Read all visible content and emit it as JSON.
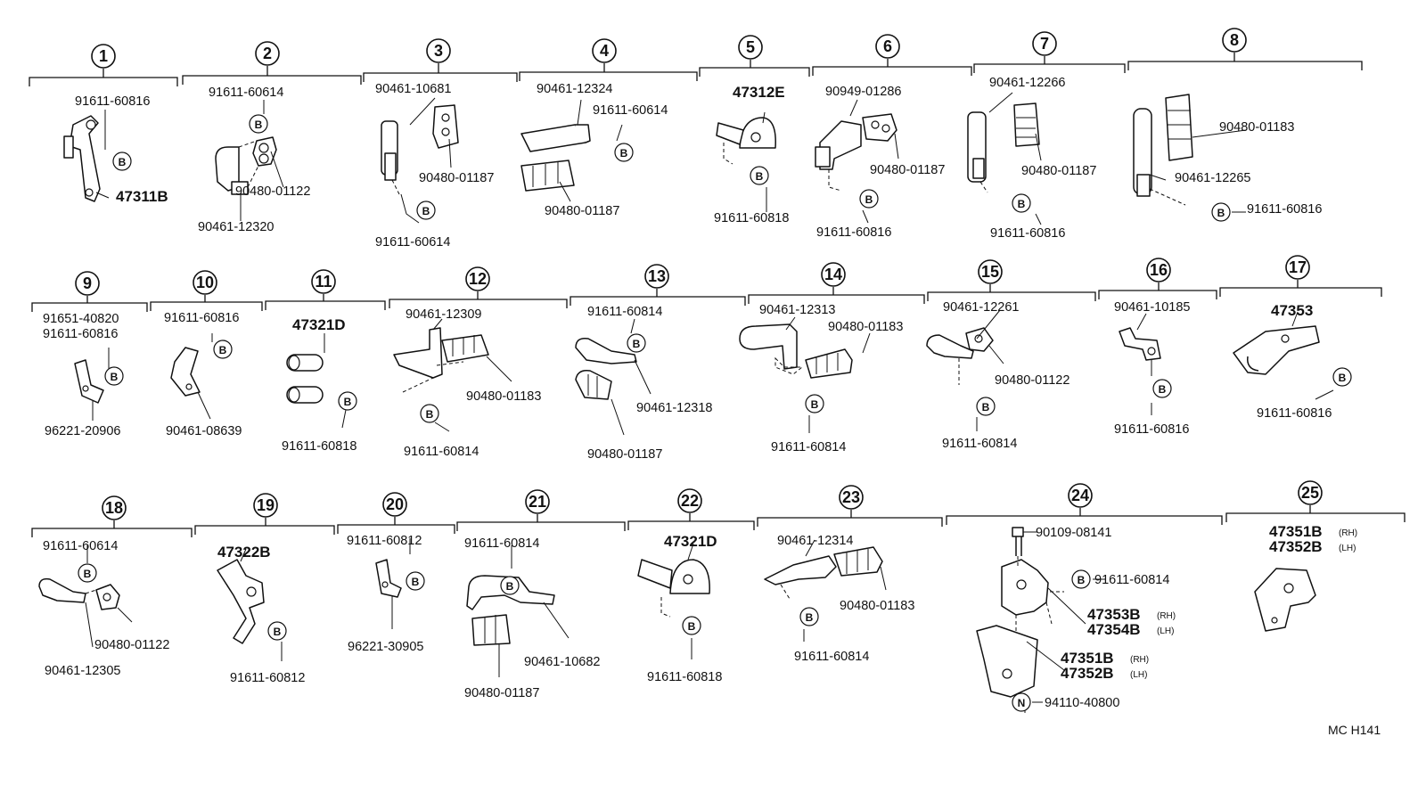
{
  "code": "MC  H141",
  "tags": {
    "B": "B",
    "N": "N"
  },
  "groups": [
    {
      "n": "1",
      "parts": [
        "91611-60816",
        "47311B"
      ]
    },
    {
      "n": "2",
      "parts": [
        "91611-60614",
        "90480-01122",
        "90461-12320"
      ]
    },
    {
      "n": "3",
      "parts": [
        "90461-10681",
        "90480-01187",
        "91611-60614"
      ]
    },
    {
      "n": "4",
      "parts": [
        "90461-12324",
        "91611-60614",
        "90480-01187"
      ]
    },
    {
      "n": "5",
      "parts": [
        "47312E",
        "91611-60818"
      ]
    },
    {
      "n": "6",
      "parts": [
        "90949-01286",
        "90480-01187",
        "91611-60816"
      ]
    },
    {
      "n": "7",
      "parts": [
        "90461-12266",
        "90480-01187",
        "91611-60816"
      ]
    },
    {
      "n": "8",
      "parts": [
        "90480-01183",
        "90461-12265",
        "91611-60816"
      ]
    },
    {
      "n": "9",
      "parts": [
        "91651-40820",
        "91611-60816",
        "96221-20906"
      ]
    },
    {
      "n": "10",
      "parts": [
        "91611-60816",
        "90461-08639"
      ]
    },
    {
      "n": "11",
      "parts": [
        "47321D",
        "91611-60818"
      ]
    },
    {
      "n": "12",
      "parts": [
        "90461-12309",
        "90480-01183",
        "91611-60814"
      ]
    },
    {
      "n": "13",
      "parts": [
        "91611-60814",
        "90461-12318",
        "90480-01187"
      ]
    },
    {
      "n": "14",
      "parts": [
        "90461-12313",
        "90480-01183",
        "91611-60814"
      ]
    },
    {
      "n": "15",
      "parts": [
        "90461-12261",
        "90480-01122",
        "91611-60814"
      ]
    },
    {
      "n": "16",
      "parts": [
        "90461-10185",
        "91611-60816"
      ]
    },
    {
      "n": "17",
      "parts": [
        "47353",
        "91611-60816"
      ]
    },
    {
      "n": "18",
      "parts": [
        "91611-60614",
        "90480-01122",
        "90461-12305"
      ]
    },
    {
      "n": "19",
      "parts": [
        "47322B",
        "91611-60812"
      ]
    },
    {
      "n": "20",
      "parts": [
        "91611-60812",
        "96221-30905"
      ]
    },
    {
      "n": "21",
      "parts": [
        "91611-60814",
        "90461-10682",
        "90480-01187"
      ]
    },
    {
      "n": "22",
      "parts": [
        "47321D",
        "91611-60818"
      ]
    },
    {
      "n": "23",
      "parts": [
        "90461-12314",
        "90480-01183",
        "91611-60814"
      ]
    },
    {
      "n": "24",
      "parts": [
        "90109-08141",
        "91611-60814",
        "47353B",
        "(RH)",
        "47354B",
        "(LH)",
        "47351B",
        "(RH)",
        "47352B",
        "(LH)",
        "94110-40800"
      ]
    },
    {
      "n": "25",
      "parts": [
        "47351B",
        "(RH)",
        "47352B",
        "(LH)"
      ]
    }
  ]
}
